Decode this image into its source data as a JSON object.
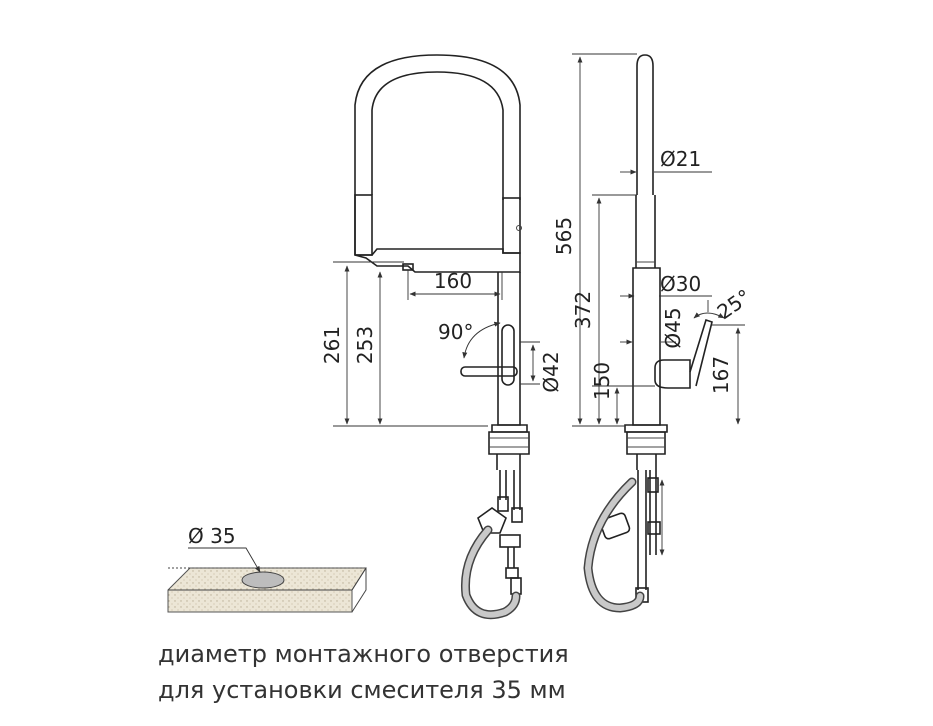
{
  "front_view": {
    "spout_reach": "160",
    "height_total": "261",
    "height_spout": "253",
    "lever_angle": "90°",
    "body_diameter": "Ø42"
  },
  "side_view": {
    "height_total": "565",
    "height_body": "372",
    "height_lever": "150",
    "height_handle": "167",
    "spout_diameter": "Ø21",
    "neck_diameter": "Ø30",
    "base_diameter": "Ø45",
    "lever_angle": "25°"
  },
  "mounting_hole": {
    "diameter_label": "Ø 35"
  },
  "caption": {
    "line1": "диаметр монтажного отверстия",
    "line2": "для установки смесителя 35 мм"
  },
  "colors": {
    "stroke": "#222222",
    "hose": "#c9c9c9",
    "countertop": "#e6dfcf",
    "hole": "#bdbdbd"
  }
}
